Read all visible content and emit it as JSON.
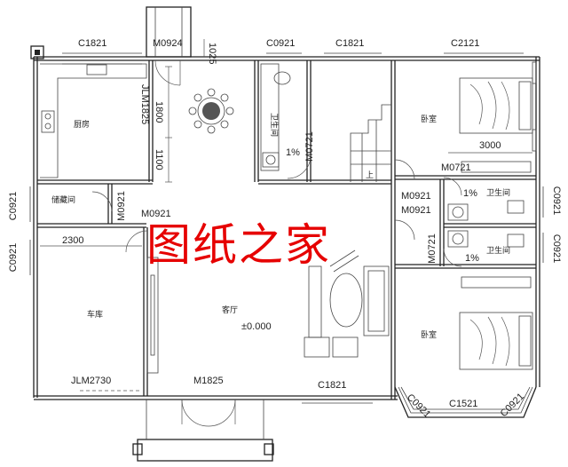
{
  "watermark": "图纸之家",
  "rooms": {
    "kitchen": "厨房",
    "storage": "储藏间",
    "garage": "车库",
    "living": "客厅",
    "bedroom_upper": "卧室",
    "bedroom_lower": "卧室",
    "bath_center": "卫生间",
    "bath_right_upper": "卫生间",
    "bath_right_lower": "卫生间"
  },
  "labels": {
    "c1821_top_left": "C1821",
    "m0924": "M0924",
    "dim_1025": "1025",
    "c0921_top": "C0921",
    "c1821_top_mid": "C1821",
    "c2121": "C2121",
    "jlm1825": "JLM1825",
    "dim_1800": "1800",
    "dim_1100": "1100",
    "m0721_center": "M0721",
    "m0721_bed": "M0721",
    "dim_3000": "3000",
    "up": "上",
    "c0921_left_upper": "C0921",
    "m0921_storage": "M0921",
    "m0921_a": "M0921",
    "m0921_b": "M0921",
    "m0921_c": "M0921",
    "dim_2300": "2300",
    "c0921_left_lower": "C0921",
    "m0721_right": "M0721",
    "c0921_right_upper": "C0921",
    "c0921_right_lower": "C0921",
    "slope_center": "1%",
    "slope_right_upper": "1%",
    "slope_right_lower": "1%",
    "jlm2730": "JLM2730",
    "m1825": "M1825",
    "c1821_bottom": "C1821",
    "elevation": "±0.000",
    "c0921_bay_left": "C0921",
    "c1521": "C1521",
    "c0921_bay_right": "C0921"
  }
}
